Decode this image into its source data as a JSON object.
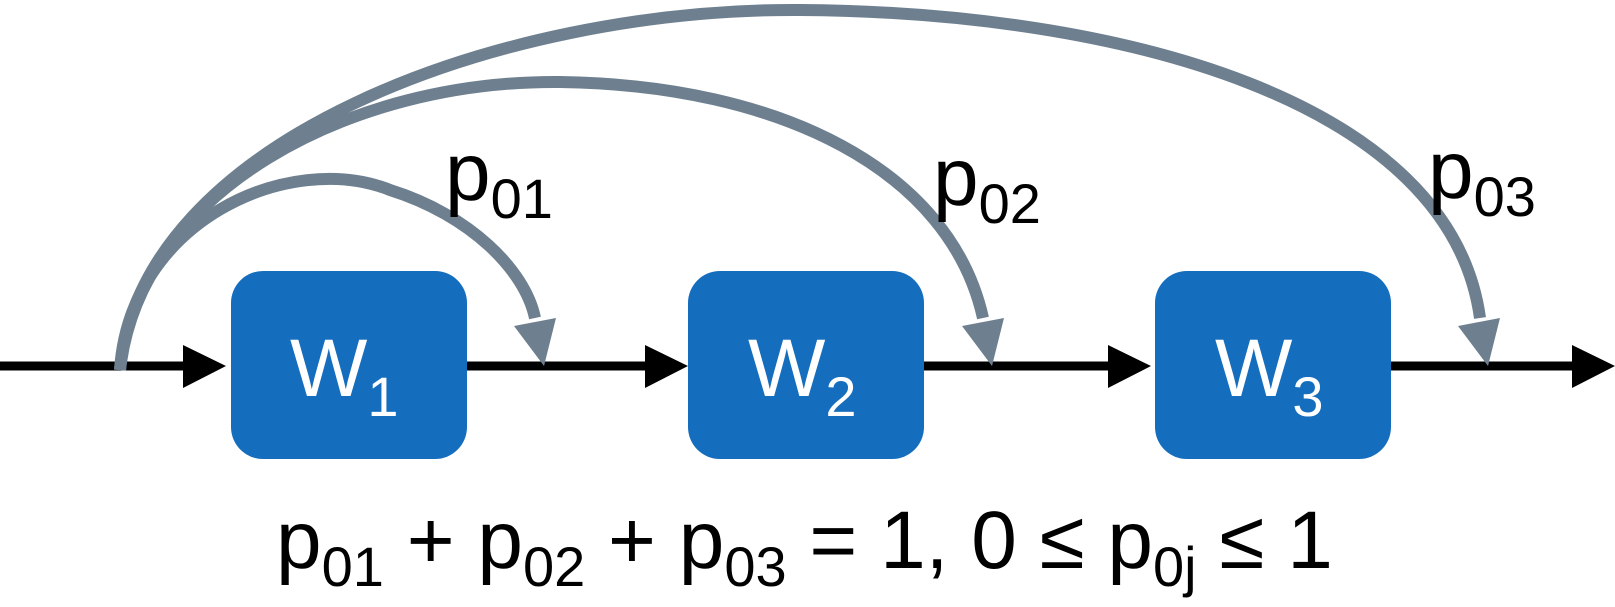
{
  "colors": {
    "box_fill": "#156DBE",
    "box_text": "#ffffff",
    "main_arrow": "#000000",
    "bypass_arrow": "#6E8090",
    "label_text": "#000000"
  },
  "nodes": [
    {
      "base": "W",
      "sub": "1"
    },
    {
      "base": "W",
      "sub": "2"
    },
    {
      "base": "W",
      "sub": "3"
    }
  ],
  "bypass_labels": [
    {
      "base": "p",
      "sub": "01"
    },
    {
      "base": "p",
      "sub": "02"
    },
    {
      "base": "p",
      "sub": "03"
    }
  ],
  "constraint": {
    "t1": "p",
    "s1": "01",
    "op1": " + ",
    "t2": "p",
    "s2": "02",
    "op2": " + ",
    "t3": "p",
    "s3": "03",
    "op3": " = 1, 0 ≤ ",
    "t4": "p",
    "s4": "0j",
    "op4": " ≤ 1"
  }
}
